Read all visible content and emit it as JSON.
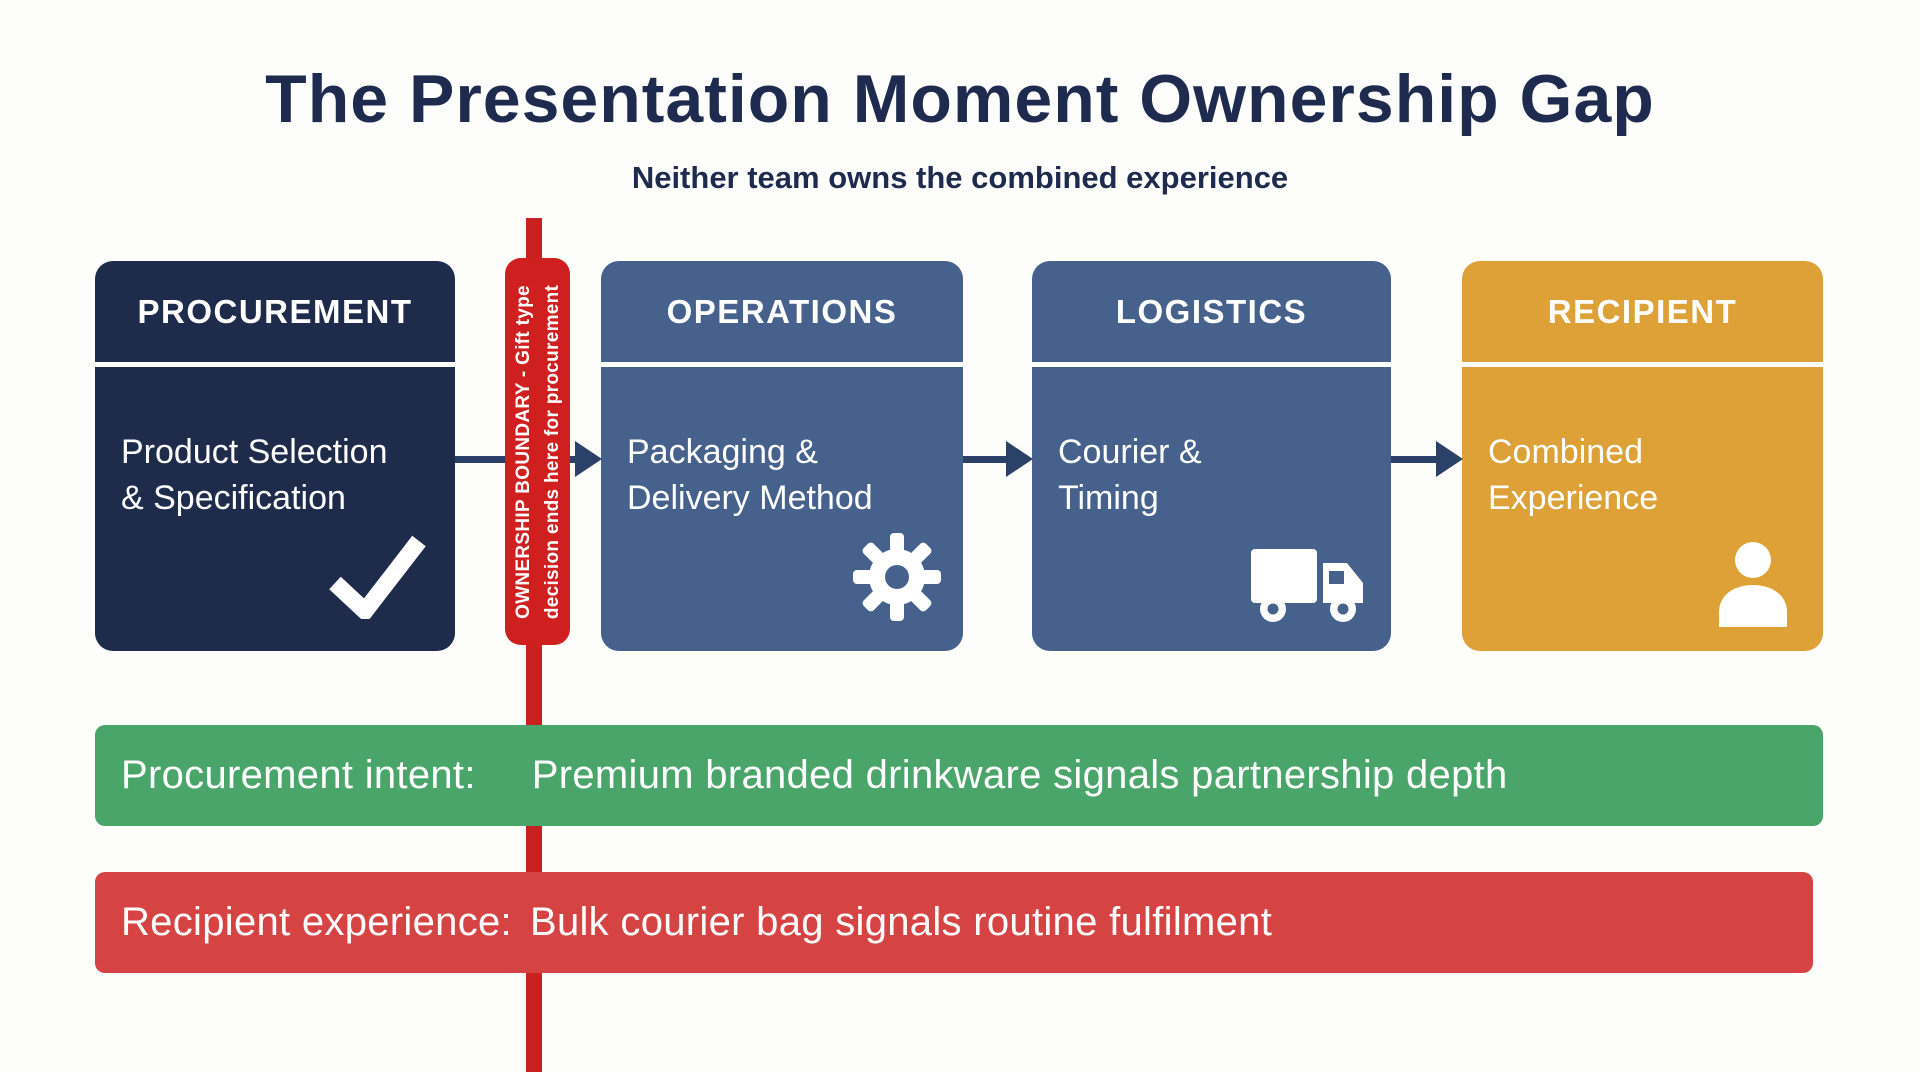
{
  "title": "The Presentation Moment Ownership Gap",
  "subtitle": "Neither team owns the combined experience",
  "flow": {
    "stages": [
      {
        "id": "procurement",
        "header": "PROCUREMENT",
        "body1": "Product Selection",
        "body2": "& Specification",
        "icon": "checkmark-icon",
        "color": "#1e2b4b"
      },
      {
        "id": "operations",
        "header": "OPERATIONS",
        "body1": "Packaging &",
        "body2": "Delivery Method",
        "icon": "gear-icon",
        "color": "#46618c"
      },
      {
        "id": "logistics",
        "header": "LOGISTICS",
        "body1": "Courier &",
        "body2": "Timing",
        "icon": "truck-icon",
        "color": "#46618c"
      },
      {
        "id": "recipient",
        "header": "RECIPIENT",
        "body1": "Combined",
        "body2": "Experience",
        "icon": "person-icon",
        "color": "#dda137"
      }
    ]
  },
  "boundary": {
    "line1": "OWNERSHIP BOUNDARY - Gift type",
    "line2": "decision ends here for procurement",
    "bar_color": "#c92020",
    "capsule_color": "#d01f1f"
  },
  "banners": [
    {
      "label": "Procurement intent:",
      "text": "Premium branded drinkware signals partnership depth",
      "color": "#4aa56b"
    },
    {
      "label": "Recipient experience:",
      "text": "Bulk courier bag signals routine fulfilment",
      "color": "#d54343"
    }
  ],
  "colors": {
    "title_text": "#1f2b4e",
    "arrow": "#2c4168",
    "stage_text": "#ffffff",
    "background": "#fdfdfb"
  }
}
